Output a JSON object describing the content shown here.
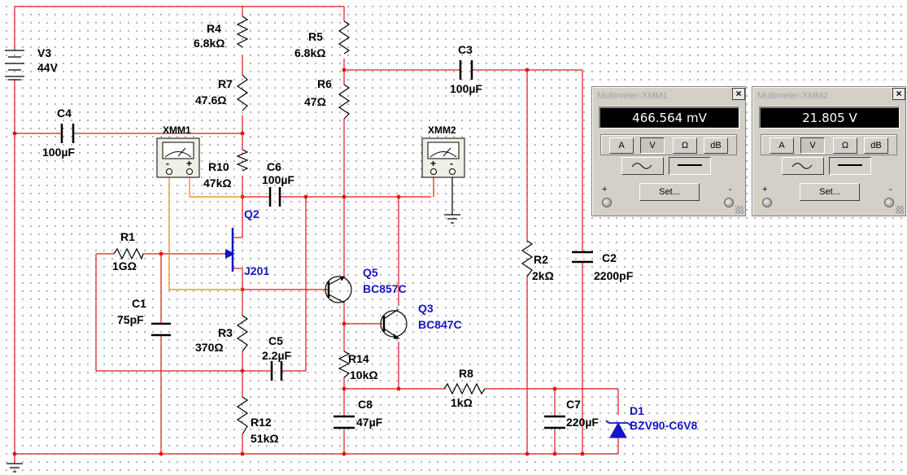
{
  "schematic": {
    "components": {
      "v3": {
        "ref": "V3",
        "value": "44V"
      },
      "r4": {
        "ref": "R4",
        "value": "6.8kΩ"
      },
      "r5": {
        "ref": "R5",
        "value": "6.8kΩ"
      },
      "r7": {
        "ref": "R7",
        "value": "47.6Ω"
      },
      "r6": {
        "ref": "R6",
        "value": "47Ω"
      },
      "c3": {
        "ref": "C3",
        "value": "100µF"
      },
      "c4": {
        "ref": "C4",
        "value": "100µF"
      },
      "r10": {
        "ref": "R10",
        "value": "47kΩ"
      },
      "c6": {
        "ref": "C6",
        "value": "100µF"
      },
      "q2": {
        "ref": "Q2",
        "value": "J201"
      },
      "r1": {
        "ref": "R1",
        "value": "1GΩ"
      },
      "c1": {
        "ref": "C1",
        "value": "75pF"
      },
      "q5": {
        "ref": "Q5",
        "value": "BC857C"
      },
      "q3": {
        "ref": "Q3",
        "value": "BC847C"
      },
      "r3": {
        "ref": "R3",
        "value": "370Ω"
      },
      "c5": {
        "ref": "C5",
        "value": "2.2µF"
      },
      "r14": {
        "ref": "R14",
        "value": "10kΩ"
      },
      "r8": {
        "ref": "R8",
        "value": "1kΩ"
      },
      "r12": {
        "ref": "R12",
        "value": "51kΩ"
      },
      "c8": {
        "ref": "C8",
        "value": "47µF"
      },
      "r2": {
        "ref": "R2",
        "value": "2kΩ"
      },
      "c2": {
        "ref": "C2",
        "value": "2200pF"
      },
      "c7": {
        "ref": "C7",
        "value": "220µF"
      },
      "d1": {
        "ref": "D1",
        "value": "BZV90-C6V8"
      }
    },
    "meters": {
      "xmm1": {
        "ref": "XMM1"
      },
      "xmm2": {
        "ref": "XMM2"
      }
    },
    "colors": {
      "wire": "#e01818",
      "probe": "#e08a00",
      "transistor": "#1414c8"
    }
  },
  "panels": [
    {
      "title": "Multimeter-XMM1",
      "reading": "466.564 mV",
      "mode_buttons": [
        "A",
        "V",
        "Ω",
        "dB"
      ],
      "active_mode": "V",
      "set_label": "Set...",
      "plus": "+",
      "minus": "-"
    },
    {
      "title": "Multimeter-XMM2",
      "reading": "21.805 V",
      "mode_buttons": [
        "A",
        "V",
        "Ω",
        "dB"
      ],
      "active_mode": "V",
      "set_label": "Set...",
      "plus": "+",
      "minus": "-"
    }
  ]
}
